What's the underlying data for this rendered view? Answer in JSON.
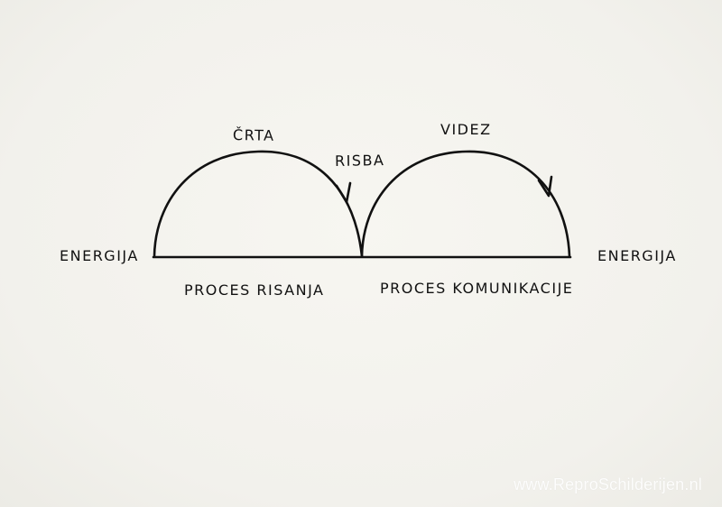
{
  "diagram": {
    "labels": {
      "energy_left": "ENERGIJA",
      "energy_right": "ENERGIJA",
      "arc_left_top": "ČRTA",
      "middle_top": "RISBA",
      "arc_right_top": "VIDEZ",
      "base_left": "PROCES RISANJA",
      "base_right": "PROCES KOMUNIKACIJE"
    },
    "ink_color": "#111111"
  },
  "watermark": {
    "text": "www.ReproSchilderijen.nl"
  }
}
